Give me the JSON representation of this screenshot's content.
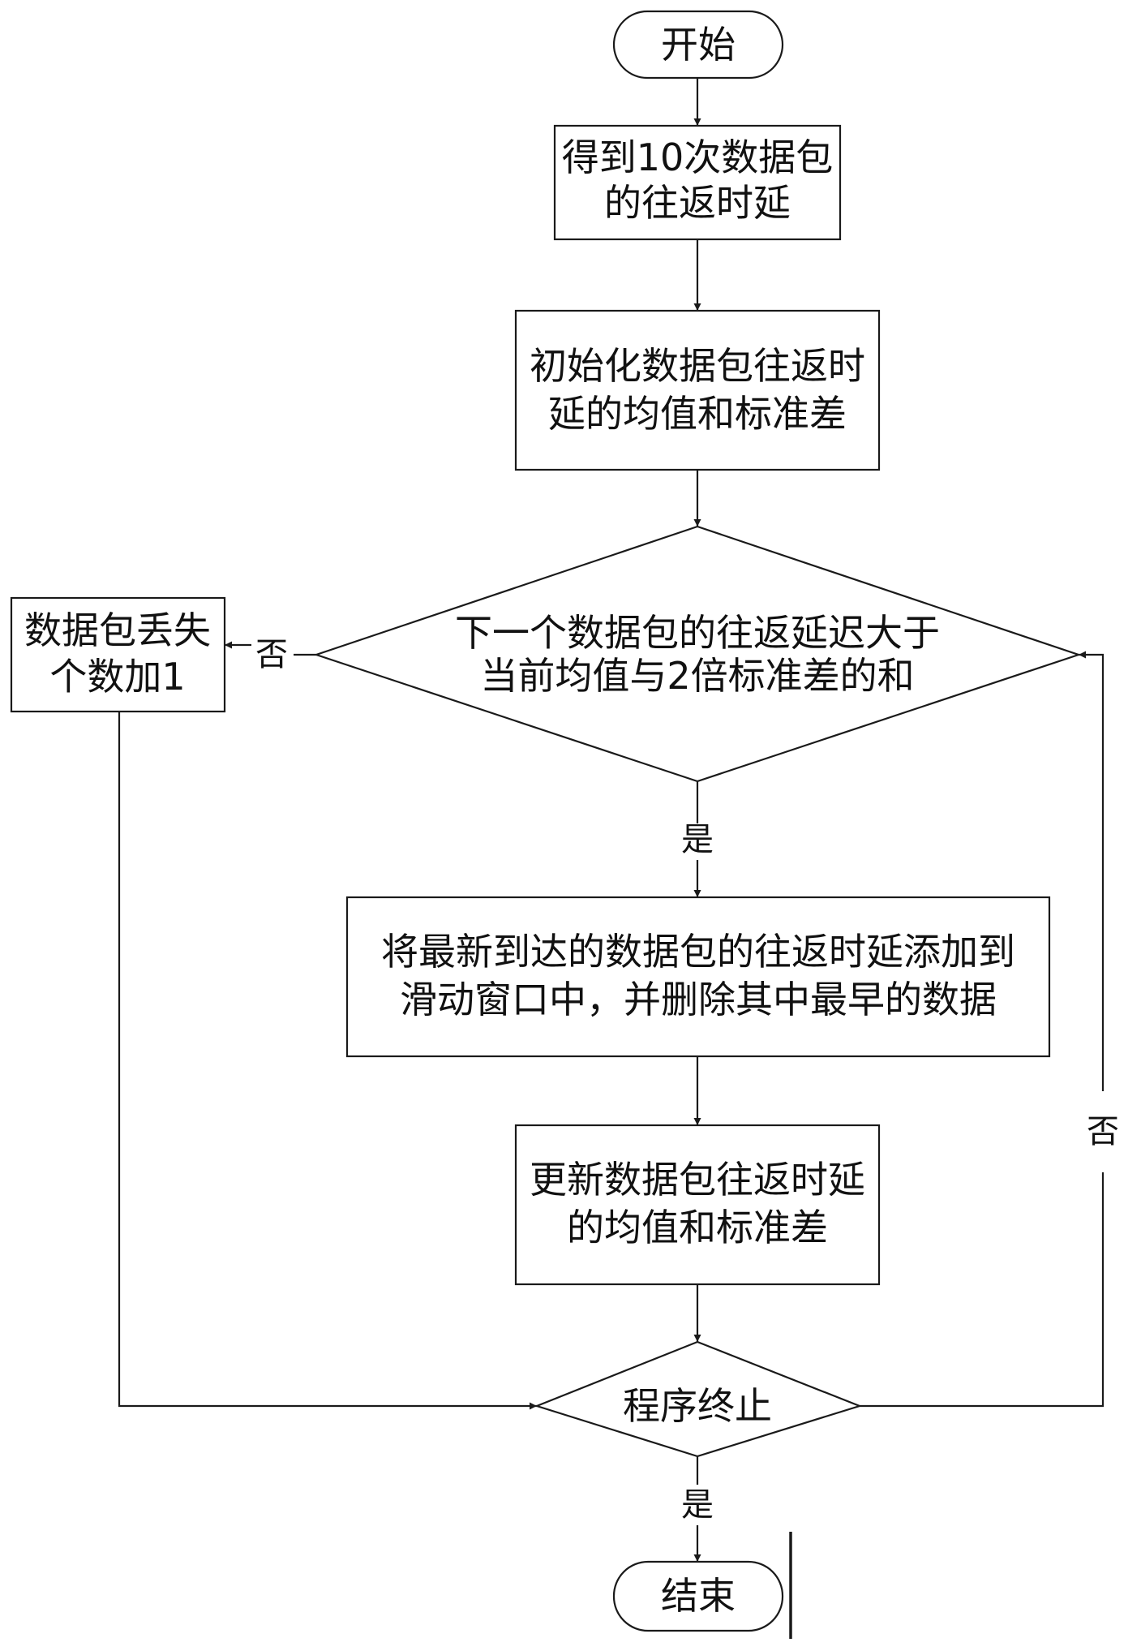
{
  "nodes": {
    "start": {
      "lines": [
        "开始"
      ]
    },
    "get_rtt": {
      "lines": [
        "得到10次数据包",
        "的往返时延"
      ]
    },
    "init_stats": {
      "lines": [
        "初始化数据包往返时",
        "延的均值和标准差"
      ]
    },
    "check_delay": {
      "lines": [
        "下一个数据包的往返延迟大于",
        "当前均值与2倍标准差的和"
      ]
    },
    "loss_count": {
      "lines": [
        "数据包丢失",
        "个数加1"
      ]
    },
    "slide_window": {
      "lines": [
        "将最新到达的数据包的往返时延添加到",
        "滑动窗口中，并删除其中最早的数据"
      ]
    },
    "update_stats": {
      "lines": [
        "更新数据包往返时延",
        "的均值和标准差"
      ]
    },
    "check_end": {
      "lines": [
        "程序终止"
      ]
    },
    "end": {
      "lines": [
        "结束"
      ]
    }
  },
  "edge_labels": {
    "check_delay_no": "否",
    "check_delay_yes": "是",
    "check_end_no": "否",
    "check_end_yes": "是"
  }
}
